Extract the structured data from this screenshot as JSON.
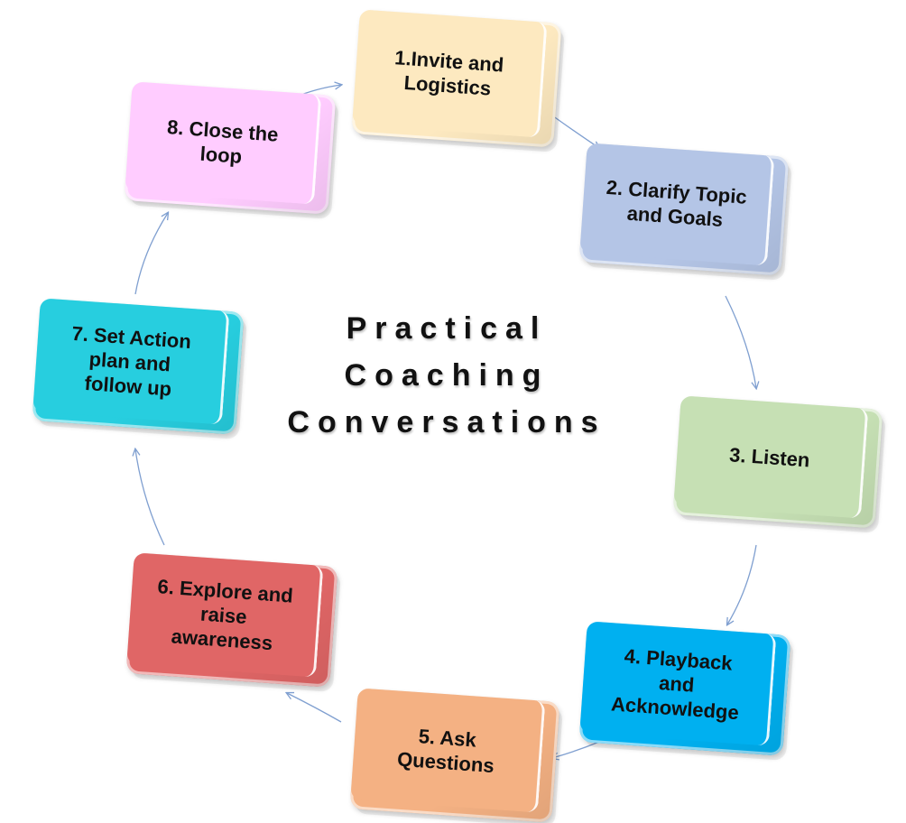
{
  "title": {
    "lines": [
      "Practical",
      "Coaching",
      "Conversations"
    ]
  },
  "steps": [
    {
      "label": "1.Invite and\nLogistics",
      "color": "#fde9c0"
    },
    {
      "label": "2. Clarify Topic\nand Goals",
      "color": "#b4c5e6"
    },
    {
      "label": "3. Listen",
      "color": "#c6e0b4"
    },
    {
      "label": "4. Playback\nand\nAcknowledge",
      "color": "#00b0f0"
    },
    {
      "label": "5. Ask\nQuestions",
      "color": "#f4b183"
    },
    {
      "label": "6. Explore and\nraise\nawareness",
      "color": "#e06666"
    },
    {
      "label": "7. Set Action\nplan and\nfollow up",
      "color": "#27cedf"
    },
    {
      "label": "8. Close the\nloop",
      "color": "#ffccff"
    }
  ],
  "arrow_color": "#7f9fd0"
}
